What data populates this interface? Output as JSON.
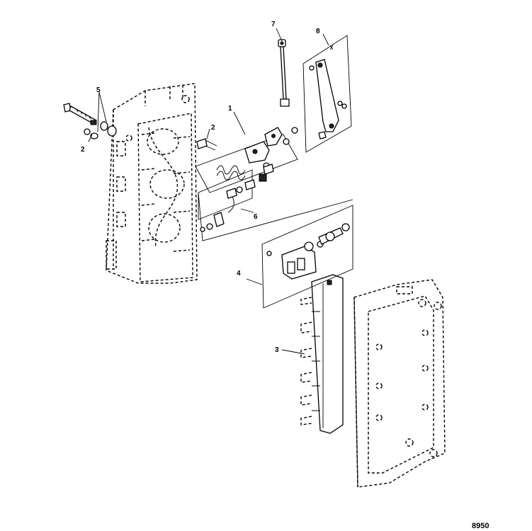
{
  "figure_number": "8950",
  "callouts": [
    {
      "id": "1",
      "label": "1"
    },
    {
      "id": "2a",
      "label": "2"
    },
    {
      "id": "2b",
      "label": "2"
    },
    {
      "id": "3",
      "label": "3"
    },
    {
      "id": "4",
      "label": "4"
    },
    {
      "id": "5",
      "label": "5"
    },
    {
      "id": "6",
      "label": "6"
    },
    {
      "id": "7",
      "label": "7"
    },
    {
      "id": "8",
      "label": "8"
    }
  ]
}
